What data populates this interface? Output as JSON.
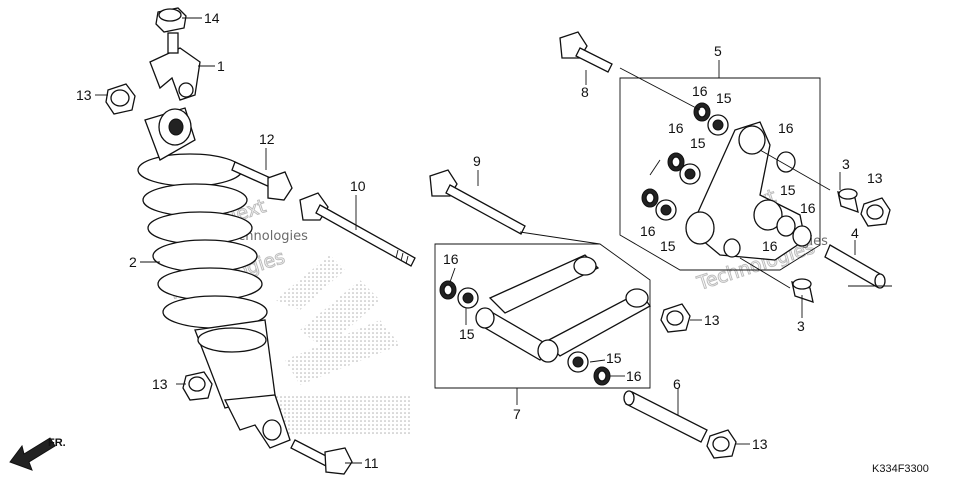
{
  "diagram": {
    "reference_code": "K334F3300",
    "direction_label": "FR.",
    "watermarks": [
      "Next",
      "Technologies",
      "Next Technologies"
    ],
    "callouts": [
      {
        "id": "c14a",
        "label": "14"
      },
      {
        "id": "c1",
        "label": "1"
      },
      {
        "id": "c13a",
        "label": "13"
      },
      {
        "id": "c2",
        "label": "2"
      },
      {
        "id": "c12",
        "label": "12"
      },
      {
        "id": "c10",
        "label": "10"
      },
      {
        "id": "c9",
        "label": "9"
      },
      {
        "id": "c8",
        "label": "8"
      },
      {
        "id": "c5",
        "label": "5"
      },
      {
        "id": "c16a",
        "label": "16"
      },
      {
        "id": "c15a",
        "label": "15"
      },
      {
        "id": "c16b",
        "label": "16"
      },
      {
        "id": "c15b",
        "label": "15"
      },
      {
        "id": "c16c",
        "label": "16"
      },
      {
        "id": "c3a",
        "label": "3"
      },
      {
        "id": "c13b",
        "label": "13"
      },
      {
        "id": "c15c",
        "label": "15"
      },
      {
        "id": "c16d",
        "label": "16"
      },
      {
        "id": "c16e",
        "label": "16"
      },
      {
        "id": "c15d",
        "label": "15"
      },
      {
        "id": "c4",
        "label": "4"
      },
      {
        "id": "c16f",
        "label": "16"
      },
      {
        "id": "c3b",
        "label": "3"
      },
      {
        "id": "c16g",
        "label": "16"
      },
      {
        "id": "c15e",
        "label": "15"
      },
      {
        "id": "c13c",
        "label": "13"
      },
      {
        "id": "c15f",
        "label": "15"
      },
      {
        "id": "c16h",
        "label": "16"
      },
      {
        "id": "c7",
        "label": "7"
      },
      {
        "id": "c6",
        "label": "6"
      },
      {
        "id": "c13d",
        "label": "13"
      },
      {
        "id": "c13e",
        "label": "13"
      },
      {
        "id": "c11",
        "label": "11"
      }
    ]
  }
}
